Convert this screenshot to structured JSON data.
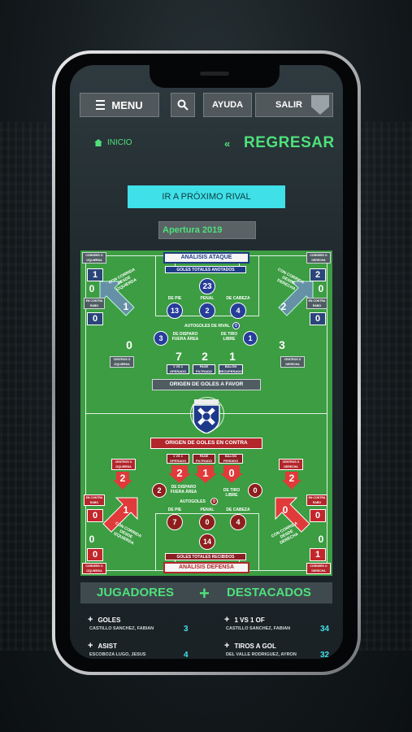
{
  "header": {
    "menu_label": "MENU",
    "search_icon": "search-icon",
    "help_label": "AYUDA",
    "exit_label": "SALIR"
  },
  "breadcrumb": {
    "home_label": "INICIO",
    "back_label": "REGRESAR"
  },
  "next_rival_label": "IR A PRÓXIMO RIVAL",
  "season_label": "Apertura 2019",
  "attack": {
    "title": "ANÁLISIS ATAQUE",
    "total_label": "GOLES TOTALES ANOTADOS",
    "total": "23",
    "pie_label": "DE PIE",
    "pie": "13",
    "penal_label": "PENAL",
    "penal": "2",
    "cabeza_label": "DE CABEZA",
    "cabeza": "4",
    "autogoles_label": "AUTOGOLES DE RIVAL",
    "autogoles": "0",
    "disparo_label": "DE DISPARO FUERA ÁREA",
    "disparo": "3",
    "tiro_libre_label": "DE TIRO LIBRE",
    "tiro_libre": "1",
    "uno_vs_uno_label": "1 VS 1 OPERADO",
    "uno_vs_uno": "7",
    "pase_label": "PASE FILTRADO",
    "pase": "2",
    "balon_label": "BALÓN RECUPERADO",
    "balon": "1",
    "corner_izq_label": "CORNERS O IZQUIERDA",
    "corner_izq": "1",
    "corner_der_label": "CORNERS O DERECHA",
    "corner_der": "2",
    "contra_izq_label": "CON CORRIDA DESDE IZQUIERDA",
    "contra_izq": "1",
    "contra_der_label": "CON CORRIDA DESDE DERECHA",
    "contra_der": "2",
    "rebote_izq_label": "EN CONTRA RABO",
    "rebote_izq": "0",
    "rebote_der_label": "EN CONTRA RABO",
    "rebote_der": "0",
    "centro_izq_label": "CENTROS O IZQUIERDA",
    "centro_izq": "0",
    "centro_der_label": "CENTROS O DERECHA",
    "centro_der": "3",
    "origin_label": "ORIGEN DE GOLES A FAVOR"
  },
  "defense": {
    "title": "ANÁLISIS DEFENSA",
    "total_label": "GOLES TOTALES RECIBIDOS",
    "total": "14",
    "pie_label": "DE PIE",
    "pie": "7",
    "penal_label": "PENAL",
    "penal": "0",
    "cabeza_label": "DE CABEZA",
    "cabeza": "4",
    "autogoles_label": "AUTOGOLES",
    "autogoles": "0",
    "disparo_label": "DE DISPARO FUERA ÁREA",
    "disparo": "2",
    "tiro_libre_label": "DE TIRO LIBRE",
    "tiro_libre": "0",
    "uno_vs_uno_label": "1 VS 1 OPERADO",
    "uno_vs_uno": "2",
    "pase_label": "PASE FILTRADO",
    "pase": "1",
    "balon_label": "BALÓN PERDIDO",
    "balon": "0",
    "centro_izq_label": "CENTROS O IZQUIERDA",
    "centro_izq": "2",
    "centro_der_label": "CENTROS O DERECHA",
    "centro_der": "2",
    "rebote_izq_label": "EN CONTRA RABO",
    "rebote_izq": "0",
    "rebote_der_label": "EN CONTRA RABO",
    "rebote_der": "0",
    "contra_izq_label": "CON CORRIDA DESDE IZQUIERDA",
    "contra_izq": "1",
    "contra_der_label": "CON CORRIDA DESDE DERECHA",
    "contra_der": "0",
    "corner_izq_label": "CORNERS O IZQUIERDA",
    "corner_izq": "0",
    "corner_der_label": "CORNERS O DERECHA",
    "corner_der": "1",
    "origin_label": "ORIGEN DE GOLES EN CONTRA"
  },
  "players": {
    "left_title": "JUGADORES",
    "right_title": "DESTACADOS",
    "stats": [
      {
        "title": "GOLES",
        "player": "CASTILLO SANCHEZ, FABIAN",
        "value": "3"
      },
      {
        "title": "1 VS 1 OF",
        "player": "CASTILLO SANCHEZ, FABIAN",
        "value": "34"
      },
      {
        "title": "ASIST",
        "player": "ESCOBOZA LUGO, JESUS",
        "value": "4"
      },
      {
        "title": "TIROS A GOL",
        "player": "DEL VALLE RODRIGUEZ, AYRON",
        "value": "32"
      }
    ]
  },
  "colors": {
    "accent": "#4ee07a",
    "cyan": "#40e0e8",
    "pitch": "#3c9d42",
    "attack": "#263d9a",
    "defense": "#8e1e1e"
  }
}
